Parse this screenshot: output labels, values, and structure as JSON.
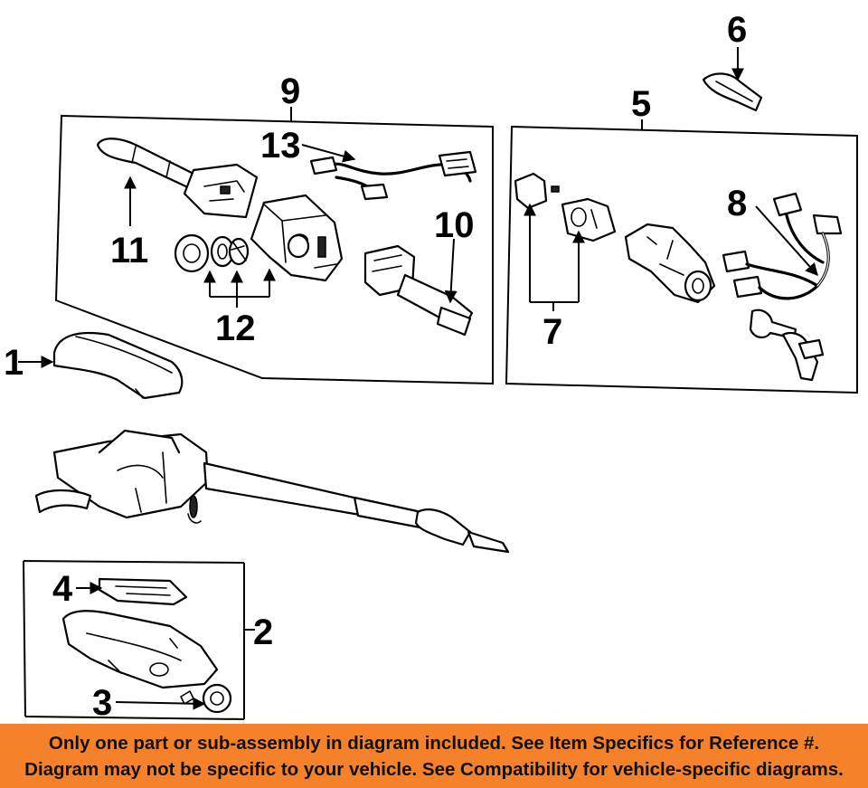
{
  "diagram": {
    "callouts": {
      "c1": "1",
      "c2": "2",
      "c3": "3",
      "c4": "4",
      "c5": "5",
      "c6": "6",
      "c7": "7",
      "c8": "8",
      "c9": "9",
      "c10": "10",
      "c11": "11",
      "c12": "12",
      "c13": "13"
    },
    "colors": {
      "ink": "#000000",
      "banner": "#f5822a"
    }
  },
  "banner": {
    "line1": "Only one part or sub-assembly in diagram included. See Item Specifics for Reference #.",
    "line2": "Diagram may not be specific to your vehicle. See Compatibility for vehicle-specific diagrams."
  }
}
